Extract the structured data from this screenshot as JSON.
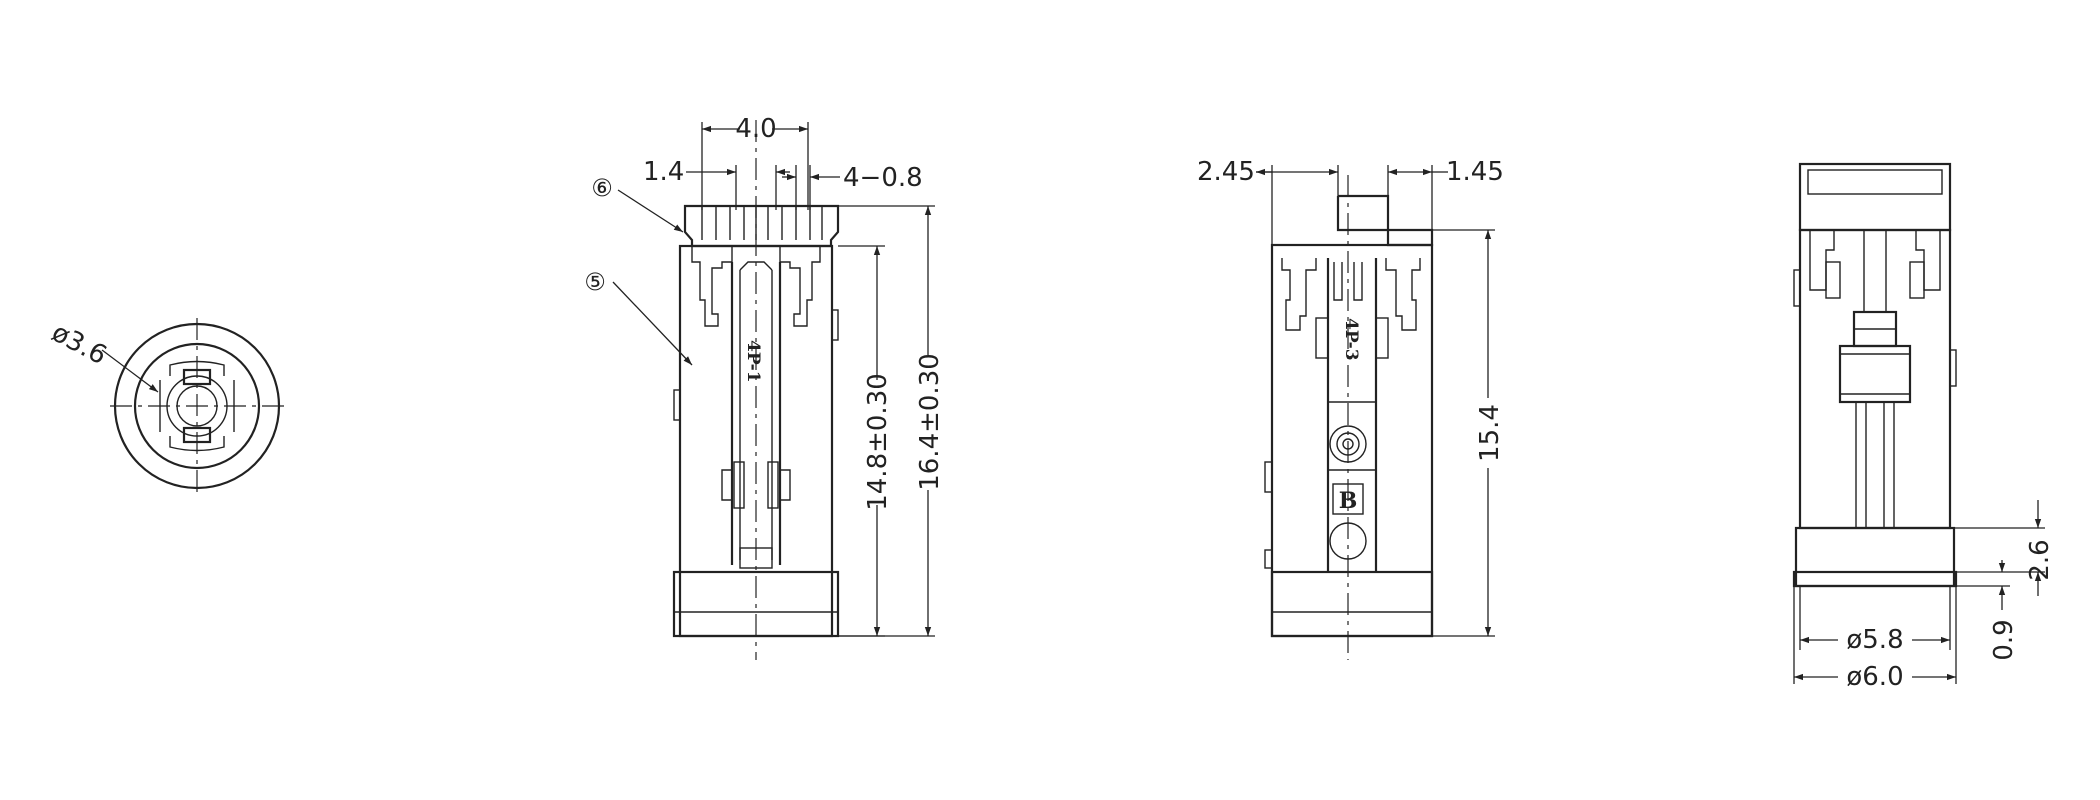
{
  "drawing": {
    "colors": {
      "line": "#222222",
      "background": "#ffffff"
    },
    "views": {
      "bottom_view": {
        "dimensions": {
          "hole_diameter": "ø3.6"
        }
      },
      "front_view": {
        "dimensions": {
          "top_width": "4.0",
          "rib_pitch": "1.4",
          "slot_width": "4−0.8",
          "body_height": "14.8±0.30",
          "overall_height": "16.4±0.30"
        },
        "balloons": {
          "cap": "⑥",
          "body": "⑤"
        },
        "engraving": "4P-1"
      },
      "side_view": {
        "dimensions": {
          "left_offset": "2.45",
          "right_offset": "1.45",
          "height": "15.4"
        },
        "engraving": "4P-3",
        "letter": "B"
      },
      "rear_view": {
        "dimensions": {
          "inner_diameter": "ø5.8",
          "outer_diameter": "ø6.0",
          "ring_height": "2.6",
          "lip_height": "0.9"
        }
      }
    }
  }
}
